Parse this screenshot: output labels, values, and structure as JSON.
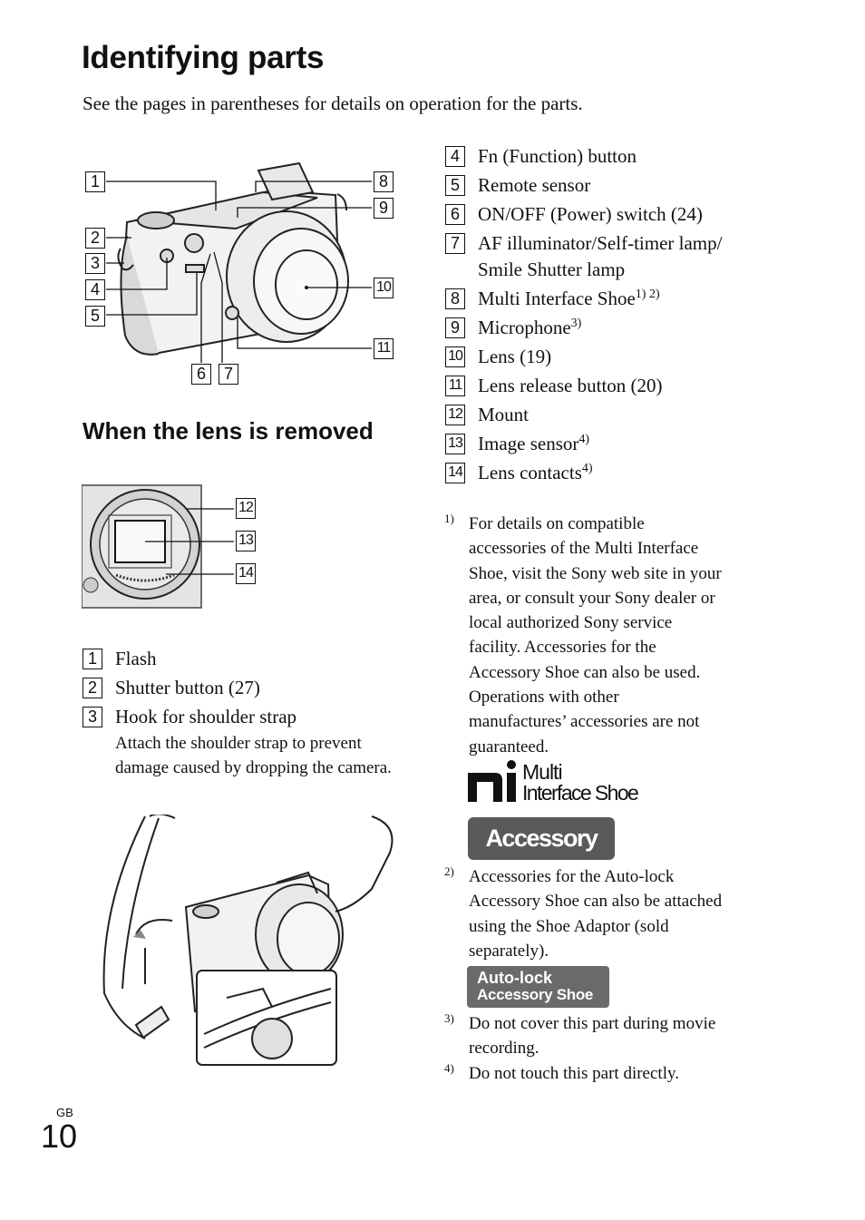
{
  "page": {
    "title": "Identifying parts",
    "intro": "See the pages in parentheses for details on operation for the parts.",
    "subheading": "When the lens is removed",
    "page_code": "GB",
    "page_number": "10"
  },
  "callouts_body": [
    "1",
    "2",
    "3",
    "4",
    "5",
    "6",
    "7",
    "8",
    "9",
    "10",
    "11"
  ],
  "callouts_mount": [
    "12",
    "13",
    "14"
  ],
  "parts_left": [
    {
      "num": "1",
      "label": "Flash"
    },
    {
      "num": "2",
      "label": "Shutter button (27)"
    },
    {
      "num": "3",
      "label": "Hook for shoulder strap"
    }
  ],
  "strap_note": "Attach the shoulder strap to prevent damage caused by dropping the camera.",
  "parts_right": [
    {
      "num": "4",
      "label": "Fn (Function) button",
      "sup": ""
    },
    {
      "num": "5",
      "label": "Remote sensor",
      "sup": ""
    },
    {
      "num": "6",
      "label": "ON/OFF (Power) switch (24)",
      "sup": ""
    },
    {
      "num": "7",
      "label": "AF illuminator/Self-timer lamp/",
      "sup": ""
    },
    {
      "num": "",
      "label": "Smile Shutter lamp",
      "sup": ""
    },
    {
      "num": "8",
      "label": "Multi Interface Shoe",
      "sup": "1) 2)"
    },
    {
      "num": "9",
      "label": "Microphone",
      "sup": "3)"
    },
    {
      "num": "10",
      "label": "Lens (19)",
      "sup": ""
    },
    {
      "num": "11",
      "label": "Lens release button (20)",
      "sup": ""
    },
    {
      "num": "12",
      "label": "Mount",
      "sup": ""
    },
    {
      "num": "13",
      "label": "Image sensor",
      "sup": "4)"
    },
    {
      "num": "14",
      "label": "Lens contacts",
      "sup": "4)"
    }
  ],
  "footnotes": [
    {
      "mark": "1)",
      "lines": [
        "For details on compatible",
        "accessories of the Multi Interface",
        "Shoe, visit the Sony web site in your",
        "area, or consult your Sony dealer or",
        "local authorized Sony service",
        "facility. Accessories for the",
        "Accessory Shoe can also be used.",
        "Operations with other",
        "manufactures’ accessories are not",
        "guaranteed."
      ]
    },
    {
      "mark": "2)",
      "lines": [
        "Accessories for the Auto-lock",
        "Accessory Shoe can also be attached",
        "using the Shoe Adaptor (sold",
        "separately)."
      ]
    },
    {
      "mark": "3)",
      "lines": [
        "Do not cover this part during movie",
        "recording."
      ]
    },
    {
      "mark": "4)",
      "lines": [
        "Do not touch this part directly."
      ]
    }
  ],
  "logos": {
    "multi_shoe_line1": "Multi",
    "multi_shoe_line2": "Interface Shoe",
    "accessory_shoe": "Accessory Shoe",
    "autolock_line1": "Auto-lock",
    "autolock_line2": "Accessory Shoe"
  }
}
